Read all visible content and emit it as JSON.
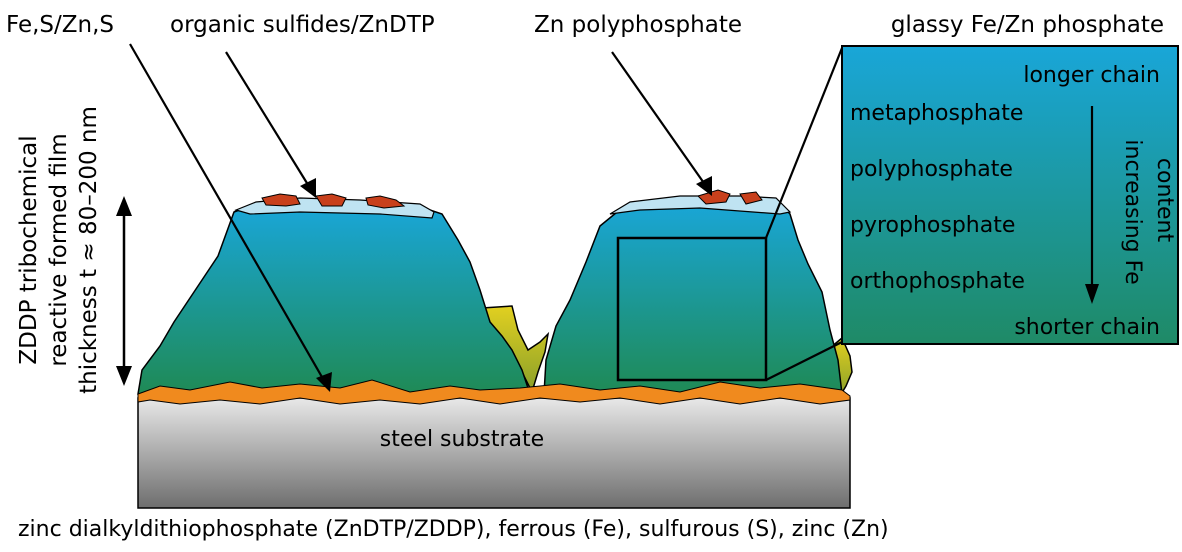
{
  "labels": {
    "fe_s_zn_s": "Fe,S/Zn,S",
    "organic_sulfides": "organic sulfides/ZnDTP",
    "zn_polyphosphate": "Zn polyphosphate",
    "glassy_phosphate": "glassy Fe/Zn phosphate",
    "steel_substrate": "steel substrate",
    "footnote": "zinc dialkyldithiophosphate (ZnDTP/ZDDP), ferrous (Fe), sulfurous (S), zinc (Zn)"
  },
  "thickness_label": {
    "line1": "ZDDP tribochemical",
    "line2": "reactive formed film",
    "line3": "thickness t ≈ 80–200 nm"
  },
  "detail_box": {
    "top_label": "longer chain",
    "bottom_label": "shorter chain",
    "layers": [
      "metaphosphate",
      "polyphosphate",
      "pyrophosphate",
      "orthophosphate"
    ],
    "trend_line1": "increasing Fe",
    "trend_line2": "content"
  },
  "colors": {
    "film_top": "#19a6d8",
    "film_bottom": "#1f8a55",
    "surface_layer": "#bfe3f2",
    "organic_sulfide": "#c8401c",
    "sulfide_layer": "#f08a1e",
    "steel_light": "#e8e8e8",
    "steel_dark": "#6e6e6e",
    "wear_debris": "#d4c21a"
  }
}
